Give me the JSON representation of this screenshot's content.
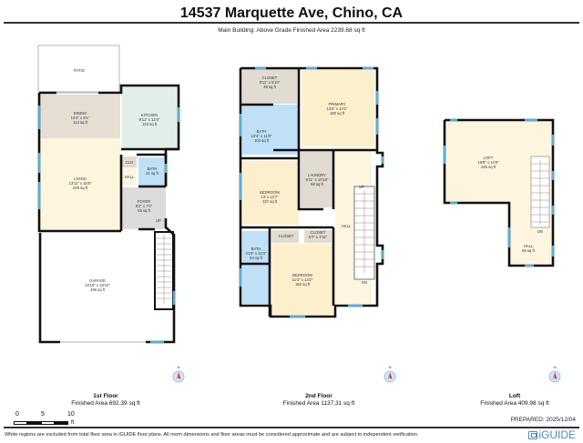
{
  "header": {
    "title": "14537 Marquette Ave, Chino, CA",
    "subtitle": "Main Building: Above Grade Finished Area 2239.68 sq ft"
  },
  "colors": {
    "wall": "#111111",
    "window": "#5aaed6",
    "dining": "#e6ddd3",
    "kitchen": "#e1efe9",
    "living": "#fdf6dc",
    "bath": "#bfe0f6",
    "foyer": "#dcdcdc",
    "closet": "#e2dbd2",
    "bedroom": "#fcf0cc",
    "hall": "#fdf5df",
    "garage": "#ffffff",
    "compass_red": "#c8203a",
    "compass_blue": "#cfe6f6",
    "logo": "#4a8fb8"
  },
  "floors": [
    {
      "name": "1st Floor",
      "area": "Finished Area 692.39 sq ft",
      "rooms": [
        {
          "name": "PATIO",
          "dims": "",
          "area": ""
        },
        {
          "name": "DINING",
          "dims": "14'4\" x 8'1\"",
          "area": "114 sq ft"
        },
        {
          "name": "KITCHEN",
          "dims": "9'11\" x 12'4\"",
          "area": "123 sq ft"
        },
        {
          "name": "LIVING",
          "dims": "13'11\" x 16'5\"",
          "area": "229 sq ft"
        },
        {
          "name": "CLO",
          "dims": "",
          "area": ""
        },
        {
          "name": "HALL",
          "dims": "",
          "area": ""
        },
        {
          "name": "BATH",
          "dims": "",
          "area": "21 sq ft"
        },
        {
          "name": "FOYER",
          "dims": "8'2\" x 7'4\"",
          "area": "55 sq ft"
        },
        {
          "name": "UP",
          "dims": "",
          "area": ""
        },
        {
          "name": "GARAGE",
          "dims": "23'10\" x 19'10\"",
          "area": "438 sq ft"
        }
      ]
    },
    {
      "name": "2nd Floor",
      "area": "Finished Area 1137.31 sq ft",
      "rooms": [
        {
          "name": "CLOSET",
          "dims": "8'11\" x 5'10\"",
          "area": "49 sq ft"
        },
        {
          "name": "PRIMARY",
          "dims": "13'5\" x 14'1\"",
          "area": "180 sq ft"
        },
        {
          "name": "BATH",
          "dims": "10'4\" x 11'8\"",
          "area": "103 sq ft"
        },
        {
          "name": "LAUNDRY",
          "dims": "5'11\" x 10'10\"",
          "area": "58 sq ft"
        },
        {
          "name": "BEDROOM",
          "dims": "13' x 12'7\"",
          "area": "137 sq ft"
        },
        {
          "name": "HALL",
          "dims": "",
          "area": ""
        },
        {
          "name": "UP",
          "dims": "",
          "area": ""
        },
        {
          "name": "CLOSET",
          "dims": "",
          "area": ""
        },
        {
          "name": "CLOSET",
          "dims": "5'7\" x 1'11\"",
          "area": ""
        },
        {
          "name": "BATH",
          "dims": "4'10\" x 13'3\"",
          "area": "64 sq ft"
        },
        {
          "name": "BEDROOM",
          "dims": "11'4\" x 13'2\"",
          "area": "150 sq ft"
        },
        {
          "name": "DN",
          "dims": "",
          "area": ""
        }
      ]
    },
    {
      "name": "Loft",
      "area": "Finished Area 409.98 sq ft",
      "rooms": [
        {
          "name": "LOFT",
          "dims": "16'8\" x 14'8\"",
          "area": "245 sq ft"
        },
        {
          "name": "DN",
          "dims": "",
          "area": ""
        },
        {
          "name": "HALL",
          "dims": "",
          "area": "66 sq ft"
        }
      ]
    }
  ],
  "compass": {
    "label": "N"
  },
  "scale": {
    "ticks": [
      "0",
      "5",
      "10"
    ],
    "unit": "ft"
  },
  "footer": {
    "prepared": "PREPARED: 2025/12/04",
    "disclaimer": "White regions are excluded from total floor area in iGUIDE floor plans. All room dimensions and floor areas must be considered approximate and are subject to independent verification.",
    "logo": "iGUIDE"
  }
}
